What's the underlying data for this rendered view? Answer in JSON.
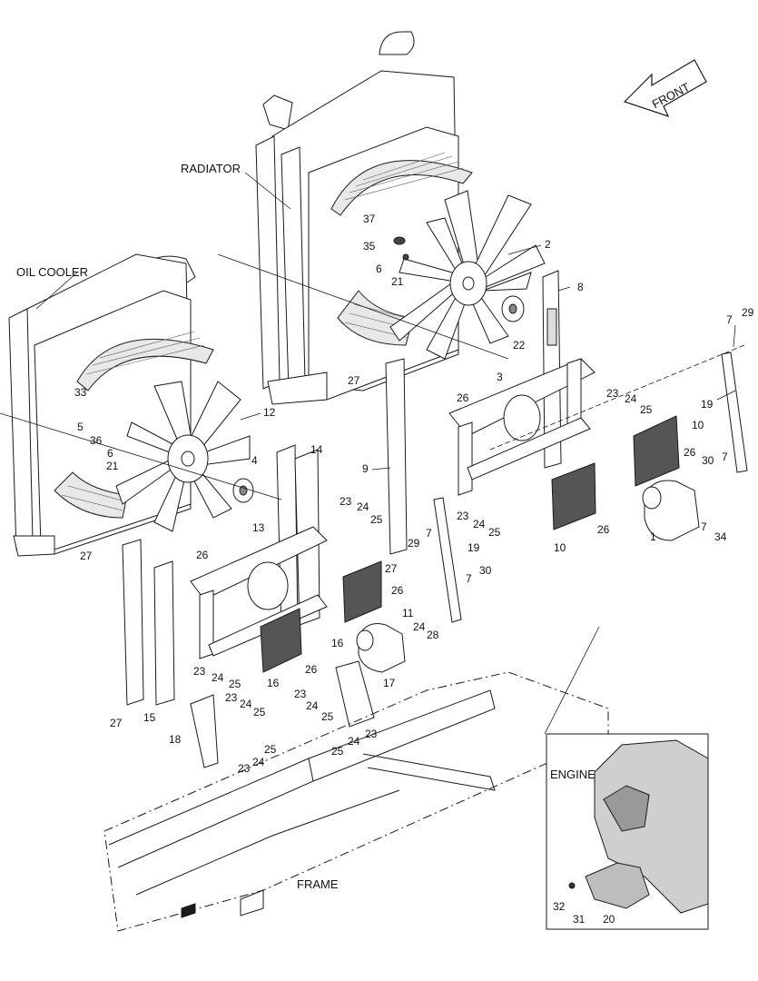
{
  "titles": {
    "radiator": "RADIATOR",
    "oil_cooler": "OIL COOLER",
    "front": "FRONT",
    "frame": "FRAME",
    "engine": "ENGINE"
  },
  "callouts": [
    "1",
    "2",
    "3",
    "4",
    "5",
    "6",
    "7",
    "8",
    "9",
    "10",
    "11",
    "12",
    "13",
    "14",
    "15",
    "16",
    "17",
    "18",
    "19",
    "20",
    "21",
    "22",
    "23",
    "24",
    "25",
    "26",
    "27",
    "28",
    "29",
    "30",
    "31",
    "32",
    "33",
    "34",
    "35",
    "36",
    "37"
  ],
  "colors": {
    "line": "#1a1a1a",
    "fill": "#ffffff",
    "shade": "#d0d0d0"
  }
}
